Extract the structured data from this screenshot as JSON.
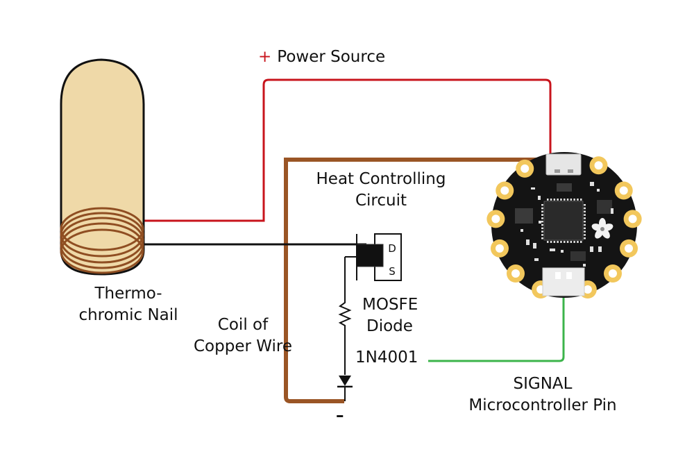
{
  "colors": {
    "power_wire": "#c8141c",
    "copper_wire": "#9a5525",
    "signal_wire": "#3cb44b",
    "ground_wire": "#111111",
    "nail_fill": "#efd9a8",
    "coil": "#8f4e22",
    "board": "#141414",
    "pad": "#f2c75c"
  },
  "labels": {
    "power_symbol": "+",
    "power_source": "Power Source",
    "heat_line1": "Heat Controlling",
    "heat_line2": "Circuit",
    "nail_line1": "Thermo-",
    "nail_line2": "chromic Nail",
    "coil_line1": "Coil of",
    "coil_line2": "Copper Wire",
    "mosfet_line1": "MOSFE",
    "mosfet_line2": "Diode",
    "diode_part": "1N4001",
    "signal_line1": "SIGNAL",
    "signal_line2": "Microcontroller Pin",
    "ground_symbol": "–"
  },
  "mosfet_pins": {
    "drain": "D",
    "source": "S"
  },
  "components": [
    {
      "name": "Thermochromic nail",
      "icon": "nail-icon"
    },
    {
      "name": "Copper coil",
      "icon": "coil-icon"
    },
    {
      "name": "MOSFET",
      "icon": "mosfet-icon"
    },
    {
      "name": "Resistor",
      "icon": "resistor-icon"
    },
    {
      "name": "Diode 1N4001",
      "icon": "diode-icon"
    },
    {
      "name": "Microcontroller board",
      "icon": "microcontroller-icon"
    }
  ]
}
